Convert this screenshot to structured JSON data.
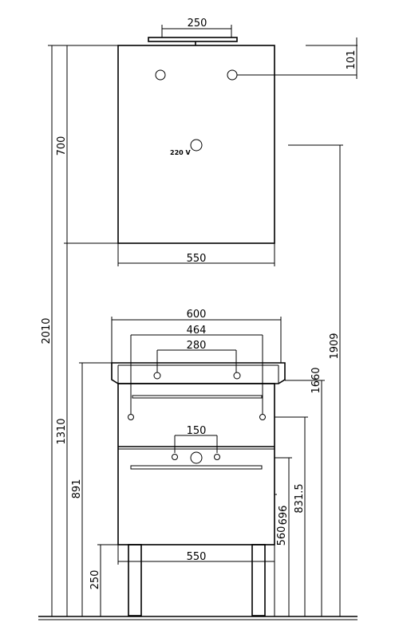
{
  "drawing": {
    "mirror": {
      "width_label": "550",
      "height_label": "700",
      "lamp_width_label": "250",
      "lamp_offset_label": "101",
      "socket_label": "220 V"
    },
    "cabinet": {
      "total_width_label": "600",
      "body_width_label": "550",
      "hole_spacing_outer_label": "464",
      "hole_spacing_inner_label": "280",
      "handle_holes_label": "150",
      "leg_height_label": "250"
    },
    "heights": {
      "overall": "2010",
      "mirror_bottom": "1310",
      "mirror_top_hole": "1909",
      "mirror_hole_height": "1660",
      "top_surface": "891",
      "drain_height": "831.5",
      "drawer_top": "696",
      "drawer_mid": "560"
    }
  }
}
